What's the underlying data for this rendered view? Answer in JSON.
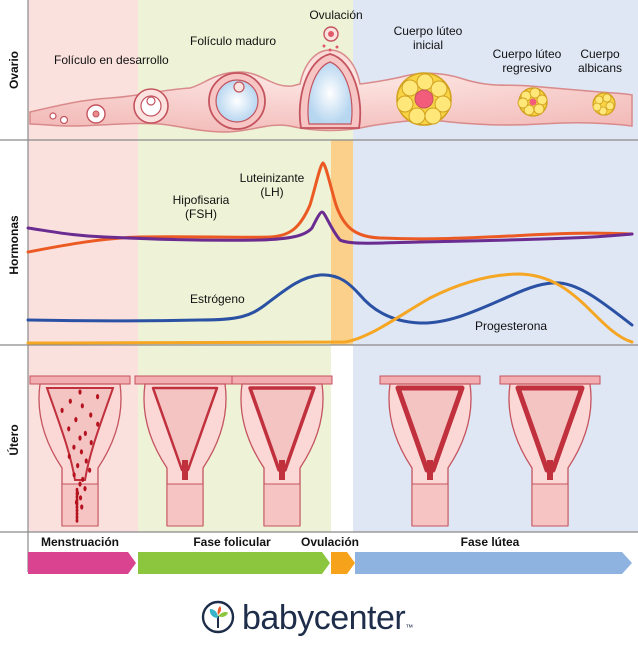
{
  "side_labels": {
    "ovary": "Ovario",
    "hormones": "Hormonas",
    "uterus": "Útero"
  },
  "ovary_labels": {
    "developing_follicle": "Folículo en desarrollo",
    "mature_follicle": "Folículo maduro",
    "ovulation": "Ovulación",
    "corpus_luteum_line1": "Cuerpo lúteo",
    "corpus_luteum_line2": "inicial",
    "regressive_line1": "Cuerpo lúteo",
    "regressive_line2": "regresivo",
    "albicans_line1": "Cuerpo",
    "albicans_line2": "albicans"
  },
  "hormone_labels": {
    "lh_line1": "Luteinizante",
    "lh_line2": "(LH)",
    "fsh_line1": "Hipofisaria",
    "fsh_line2": "(FSH)",
    "estrogen": "Estrógeno",
    "progesterone": "Progesterona"
  },
  "phases": {
    "menstruation": "Menstruación",
    "follicular": "Fase folicular",
    "ovulation": "Ovulación",
    "luteal": "Fase lútea"
  },
  "colors": {
    "menstruation_bg": "#fbe1de",
    "follicular_bg": "#eef2d6",
    "ovulation_bg": "#fbd08a",
    "luteal_bg": "#dfe6f4",
    "lh": "#ec5a24",
    "fsh": "#6a2c91",
    "estrogen": "#2a51a3",
    "progesterone": "#f5a623",
    "menstruation_arrow": "#d9438f",
    "follicular_arrow": "#8cc63f",
    "ovulation_arrow": "#f7a21b",
    "luteal_arrow": "#8fb3e0"
  },
  "logo": {
    "text": "babycenter",
    "trademark": "™"
  }
}
